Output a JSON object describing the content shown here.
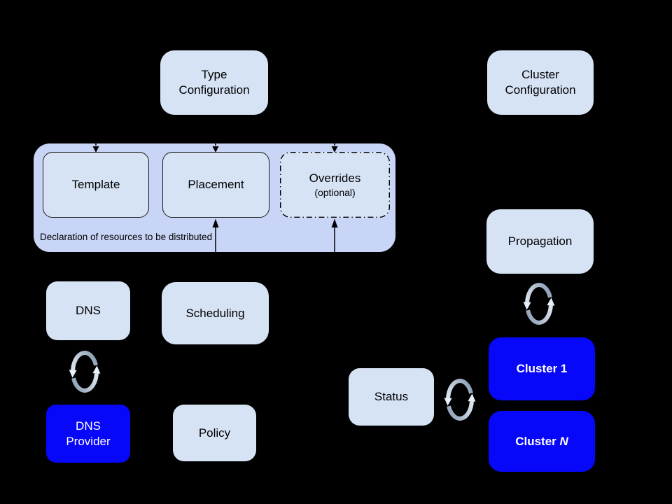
{
  "diagram": {
    "background": "#000000",
    "colors": {
      "light_box": "#d6e3f5",
      "container_box": "#c8d5f6",
      "blue_box": "#0707fa",
      "box_border": "#1b1b1b",
      "arrow": "#000000",
      "sync_dark": "#8fa1b6",
      "sync_light": "#e9f1f8",
      "text_dark": "#000000",
      "text_light": "#ffffff"
    },
    "nodes": {
      "type_config": {
        "line1": "Type",
        "line2": "Configuration"
      },
      "cluster_config": {
        "line1": "Cluster",
        "line2": "Configuration"
      },
      "template": {
        "label": "Template"
      },
      "placement": {
        "label": "Placement"
      },
      "overrides": {
        "label": "Overrides",
        "sublabel": "(optional)"
      },
      "dns": {
        "label": "DNS"
      },
      "scheduling": {
        "label": "Scheduling"
      },
      "dns_provider": {
        "line1": "DNS",
        "line2": "Provider"
      },
      "policy": {
        "label": "Policy"
      },
      "status": {
        "label": "Status"
      },
      "propagation": {
        "label": "Propagation"
      },
      "cluster_1": {
        "prefix": "Cluster ",
        "suffix": "1"
      },
      "cluster_n": {
        "prefix": "Cluster ",
        "suffix": "N"
      }
    },
    "container": {
      "caption": "Declaration of resources to be distributed"
    },
    "icons": {
      "sync": "sync-icon"
    }
  }
}
